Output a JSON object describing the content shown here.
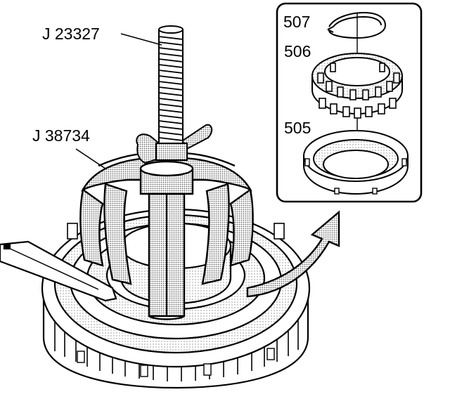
{
  "labels": {
    "tool_a": "J 23327",
    "tool_b": "J 38734",
    "part_507": "507",
    "part_506": "506",
    "part_505": "505"
  },
  "colors": {
    "ink": "#000000",
    "screen": "#bdbdbd",
    "screen_light": "#dcdcdc",
    "paper": "#ffffff"
  }
}
